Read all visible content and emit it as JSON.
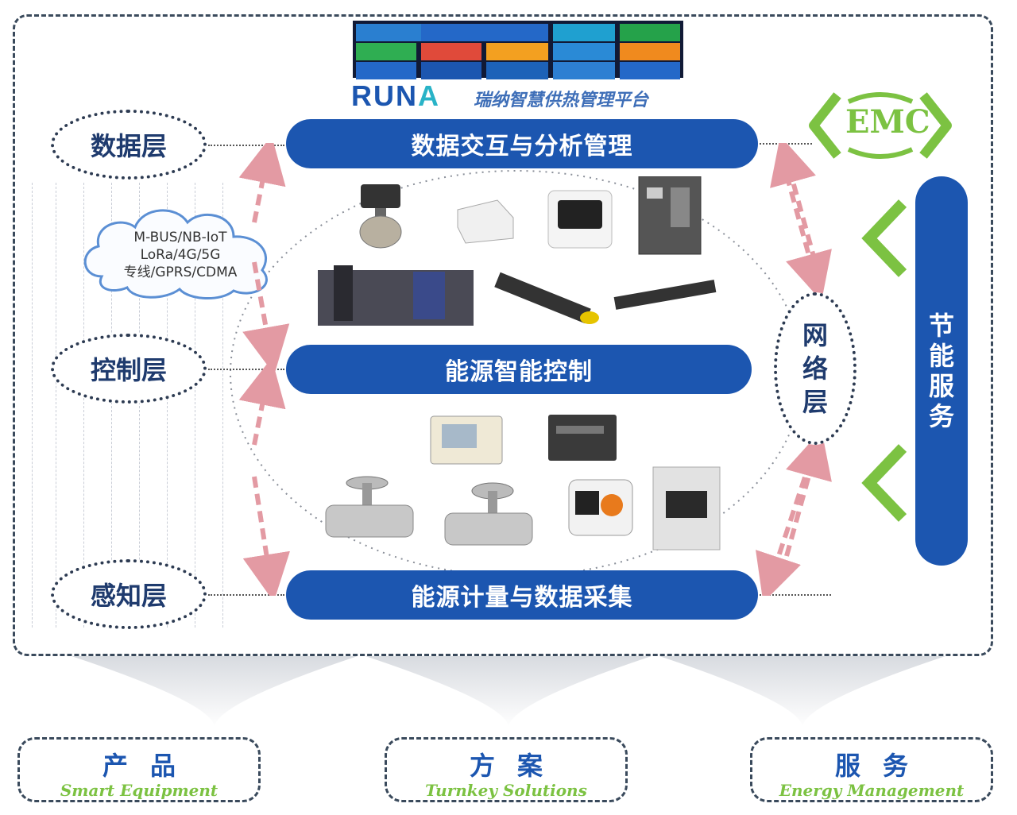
{
  "platform": {
    "brand": "RUNA",
    "name": "瑞纳智慧供热管理平台",
    "screen_label": "dashboard-screenshot"
  },
  "emc": {
    "label": "EMC"
  },
  "layers": {
    "data": "数据层",
    "control": "控制层",
    "sensing": "感知层",
    "network_chars": [
      "网",
      "络",
      "层"
    ]
  },
  "bars": {
    "top": "数据交互与分析管理",
    "middle": "能源智能控制",
    "bottom": "能源计量与数据采集"
  },
  "protocols": [
    "M-BUS/NB-IoT",
    "LoRa/4G/5G",
    "专线/GPRS/CDMA"
  ],
  "energy_service_chars": [
    "节",
    "能",
    "服",
    "务"
  ],
  "bottom": [
    {
      "title": "产品",
      "subtitle": "Smart Equipment"
    },
    {
      "title": "方案",
      "subtitle": "Turnkey Solutions"
    },
    {
      "title": "服务",
      "subtitle": "Energy Management"
    }
  ],
  "colors": {
    "primary_blue": "#1c56b0",
    "accent_green": "#7cc242",
    "arrow_pink": "#e39aa3",
    "frame": "#3a4a5c"
  }
}
